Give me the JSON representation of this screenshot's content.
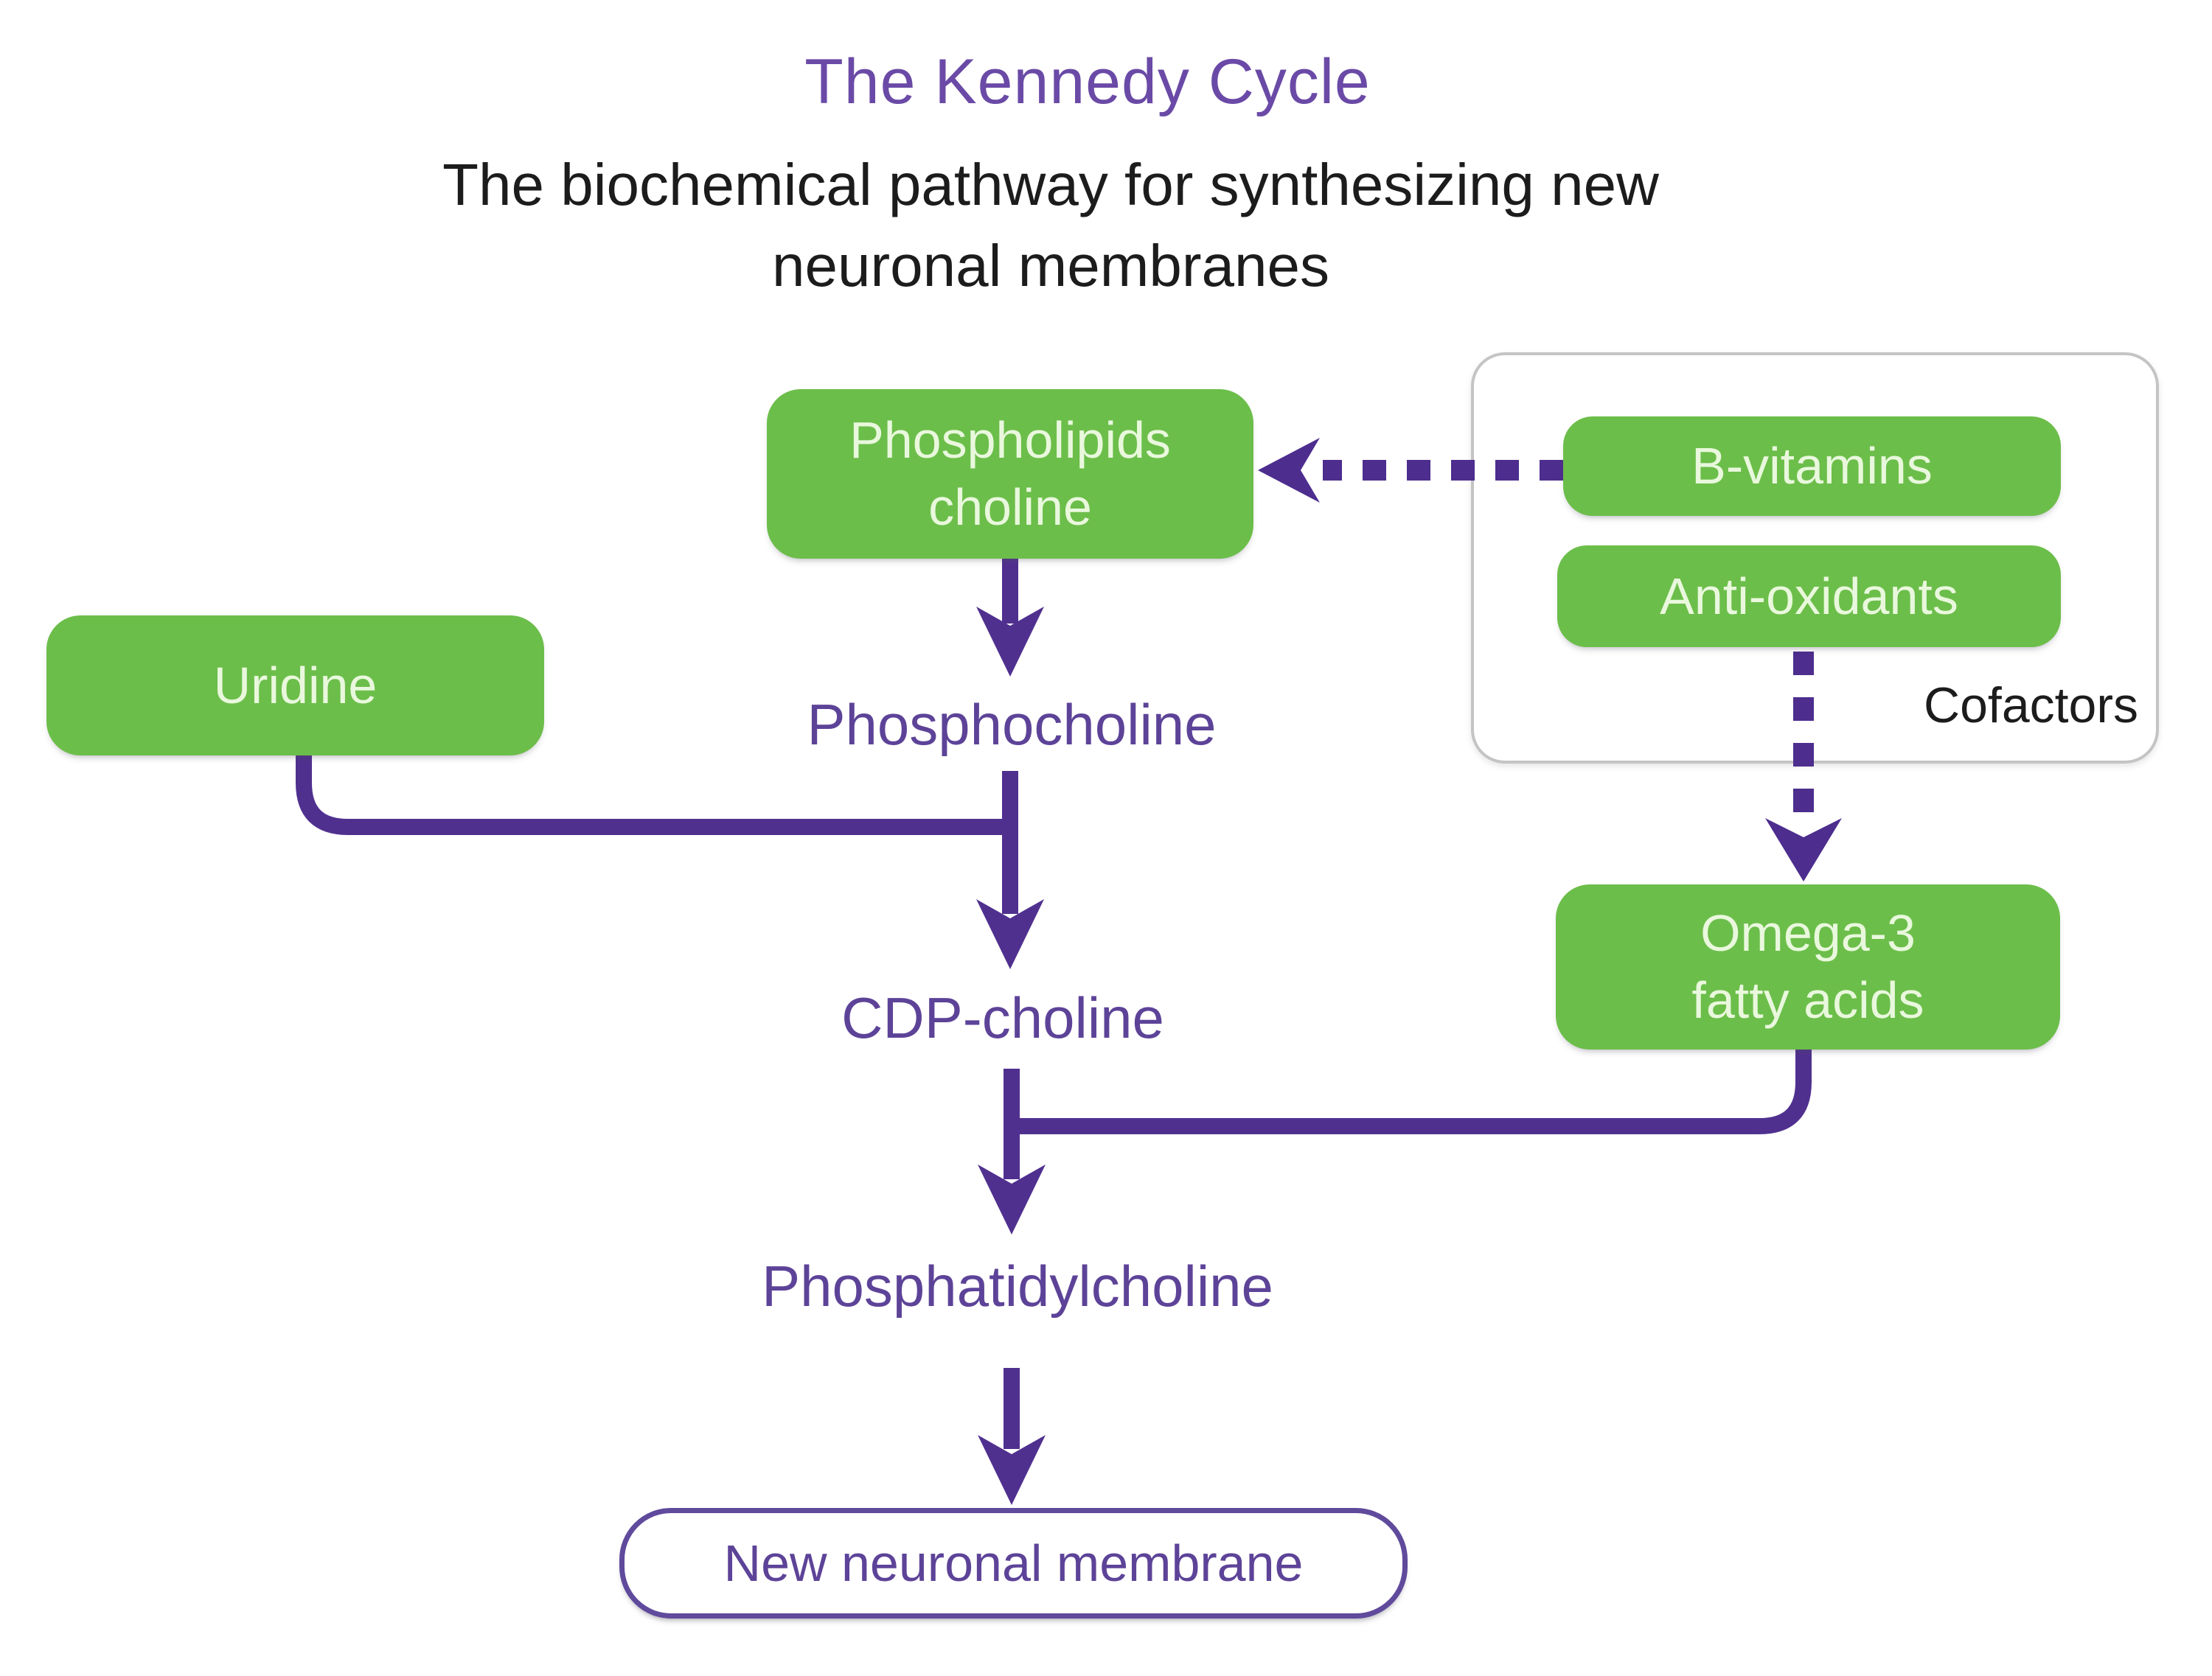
{
  "title": "The Kennedy Cycle",
  "subtitle": "The biochemical pathway for synthesizing new\nneuronal membranes",
  "boxes": {
    "phospholipids_choline": "Phospholipids\ncholine",
    "uridine": "Uridine",
    "b_vitamins": "B-vitamins",
    "anti_oxidants": "Anti-oxidants",
    "omega3_fatty_acids": "Omega-3\nfatty acids"
  },
  "intermediates": {
    "phosphocholine": "Phosphocholine",
    "cdp_choline": "CDP-choline",
    "phosphatidylcholine": "Phosphatidylcholine"
  },
  "cofactors_group_label": "Cofactors",
  "output_box_label": "New neuronal membrane",
  "colors": {
    "node_green": "#6cbe4a",
    "node_text_pale_green": "#e9f8dd",
    "arrow_purple": "#50308f",
    "intermediate_text_purple": "#5d4398",
    "title_purple": "#6a4aa6",
    "body_text_black": "#1c1c1c",
    "cofactor_border_gray": "#c4c4c4",
    "output_border_purple": "#5f4a9c",
    "background": "#ffffff"
  }
}
